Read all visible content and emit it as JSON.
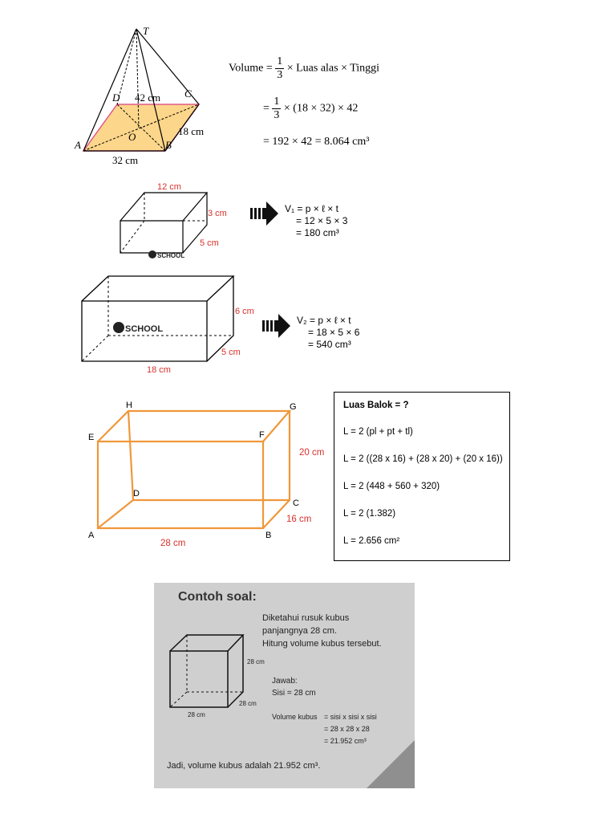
{
  "pyramid": {
    "labels": {
      "apex": "T",
      "a": "A",
      "b": "B",
      "c": "C",
      "d": "D",
      "o": "O"
    },
    "height_label": "42 cm",
    "width_label": "18 cm",
    "length_label": "32 cm",
    "formula_lhs": "Volume",
    "frac_num": "1",
    "frac_den": "3",
    "formula_line1_rest": "× Luas alas × Tinggi",
    "formula_line2_rest": "× (18 × 32) × 42",
    "formula_line3": "= 192 × 42 = 8.064 cm³"
  },
  "box1": {
    "length_label": "12 cm",
    "height_label": "3 cm",
    "width_label": "5 cm",
    "watermark": "SCHOOL",
    "lines": [
      "V₁ = p × ℓ × t",
      "= 12 × 5 × 3",
      "= 180 cm³"
    ]
  },
  "box2": {
    "length_label": "18 cm",
    "height_label": "6 cm",
    "width_label": "5 cm",
    "watermark": "SCHOOL",
    "lines": [
      "V₂ = p × ℓ × t",
      "= 18 × 5 × 6",
      "= 540 cm³"
    ]
  },
  "box3": {
    "labels": {
      "a": "A",
      "b": "B",
      "c": "C",
      "d": "D",
      "e": "E",
      "f": "F",
      "g": "G",
      "h": "H"
    },
    "length_label": "28 cm",
    "width_label": "16 cm",
    "height_label": "20 cm",
    "edge_color": "#f0973a",
    "label_color": "#d8322b"
  },
  "luas": {
    "title": "Luas Balok = ?",
    "lines": [
      "L = 2 (pl + pt + tl)",
      "L = 2 ((28 x 16) + (28 x 20) + (20 x 16))",
      "L = 2 (448 + 560 + 320)",
      "L = 2 (1.382)",
      "L = 2.656 cm²"
    ]
  },
  "example": {
    "title": "Contoh soal:",
    "problem": [
      "Diketahui rusuk kubus",
      "panjangnya 28 cm.",
      "Hitung volume kubus tersebut."
    ],
    "edge_right": "28 cm",
    "edge_depth": "28 cm",
    "edge_bottom": "28 cm",
    "answer_heading": "Jawab:",
    "answer_side": "Sisi = 28 cm",
    "vol_label": "Volume kubus",
    "vol_lines": [
      "= sisi x sisi x sisi",
      "= 28 x 28 x 28",
      "= 21.952 cm³"
    ],
    "conclusion": "Jadi, volume kubus adalah 21.952 cm³."
  },
  "colors": {
    "dimension_red": "#d8322b",
    "base_fill": "#fcd68a",
    "base_edge": "#e05a8a",
    "box3_edge": "#f0973a"
  }
}
